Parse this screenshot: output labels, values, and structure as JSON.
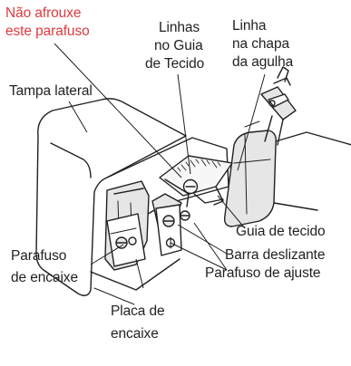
{
  "labels": {
    "warning_line1": "Não afrouxe",
    "warning_line2": "este parafuso",
    "guide_lines_line1": "Linhas",
    "guide_lines_line2": "no Guia",
    "guide_lines_line3": "de Tecido",
    "needle_plate_line1": "Linha",
    "needle_plate_line2": "na chapa",
    "needle_plate_line3": "da agulha",
    "side_cover": "Tampa lateral",
    "fabric_guide": "Guia de tecido",
    "sliding_bar": "Barra deslizante",
    "adjust_screw": "Parafuso de ajuste",
    "fit_screw_line1": "Parafuso",
    "fit_screw_line2": "de encaixe",
    "fit_plate_line1": "Placa de",
    "fit_plate_line2": "encaixe"
  },
  "colors": {
    "warning_text": "#e03a3e",
    "text": "#231f20",
    "outline": "#231f20",
    "part_fill": "#e6e6e6",
    "scale_fill": "#f7f7f7"
  }
}
